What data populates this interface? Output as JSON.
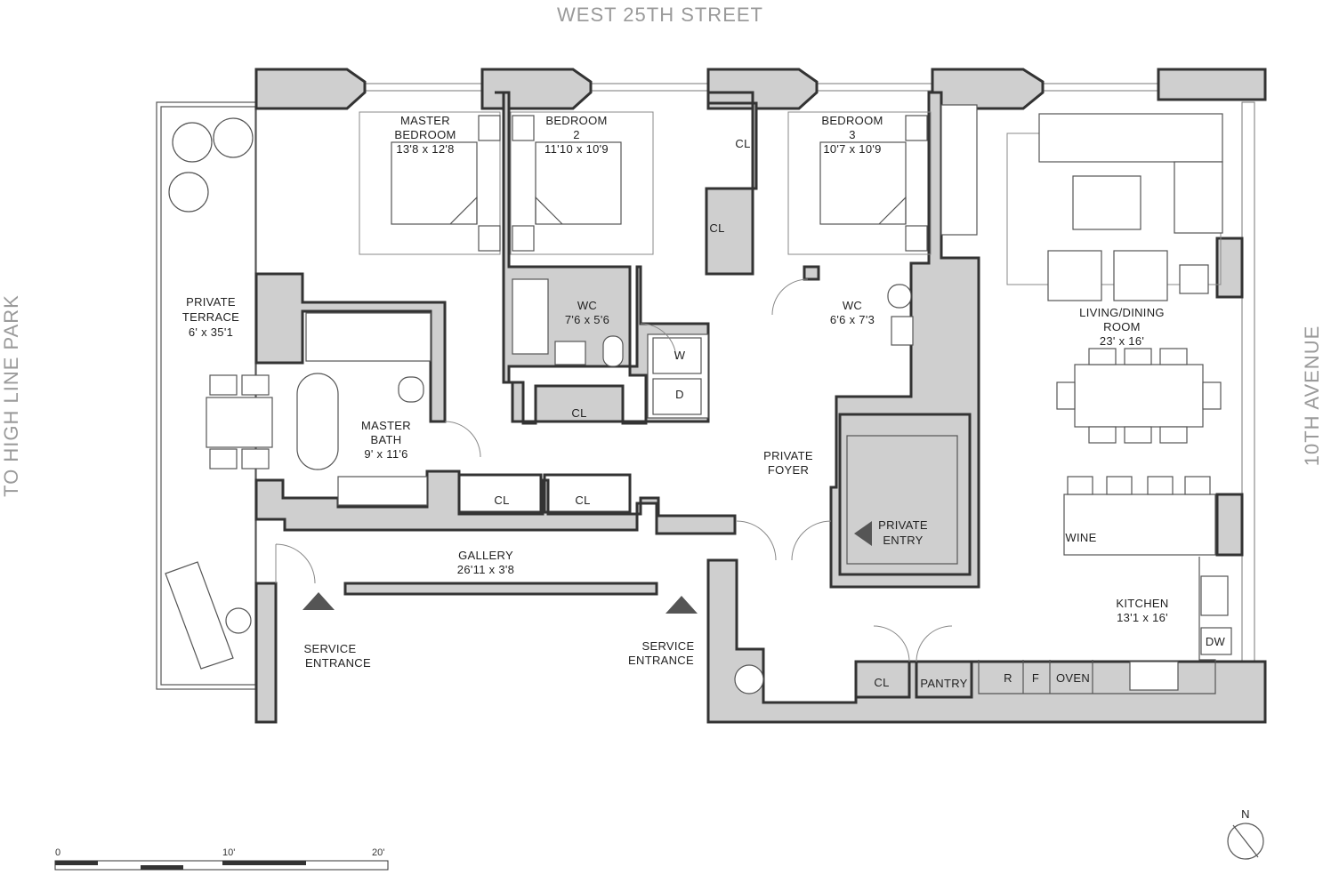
{
  "streets": {
    "north": "WEST 25TH STREET",
    "west": "TO HIGH LINE PARK",
    "east": "10TH AVENUE"
  },
  "rooms": {
    "master_bedroom": {
      "name_line1": "MASTER",
      "name_line2": "BEDROOM",
      "dims": "13'8 x 12'8"
    },
    "bedroom2": {
      "name_line1": "BEDROOM",
      "name_line2": "2",
      "dims": "11'10 x 10'9"
    },
    "bedroom3": {
      "name_line1": "BEDROOM",
      "name_line2": "3",
      "dims": "10'7 x 10'9"
    },
    "private_terrace": {
      "name_line1": "PRIVATE",
      "name_line2": "TERRACE",
      "dims": "6' x 35'1"
    },
    "wc1": {
      "name": "WC",
      "dims": "7'6 x 5'6"
    },
    "wc2": {
      "name": "WC",
      "dims": "6'6 x 7'3"
    },
    "master_bath": {
      "name_line1": "MASTER",
      "name_line2": "BATH",
      "dims": "9' x 11'6"
    },
    "living_dining": {
      "name_line1": "LIVING/DINING",
      "name_line2": "ROOM",
      "dims": "23' x 16'"
    },
    "private_foyer": {
      "name_line1": "PRIVATE",
      "name_line2": "FOYER"
    },
    "private_entry": {
      "name_line1": "PRIVATE",
      "name_line2": "ENTRY"
    },
    "gallery": {
      "name": "GALLERY",
      "dims": "26'11 x 3'8"
    },
    "kitchen": {
      "name": "KITCHEN",
      "dims": "13'1 x 16'"
    },
    "service_entrance_left": {
      "name_line1": "SERVICE",
      "name_line2": "ENTRANCE"
    },
    "service_entrance_right": {
      "name_line1": "SERVICE",
      "name_line2": "ENTRANCE"
    }
  },
  "labels": {
    "closet": "CL",
    "washer": "W",
    "dryer": "D",
    "wine": "WINE",
    "pantry": "PANTRY",
    "refrigerator": "R",
    "freezer": "F",
    "oven": "OVEN",
    "dishwasher": "DW"
  },
  "north_arrow": {
    "label": "N"
  },
  "scale_bar": {
    "ticks": [
      "0",
      "10'",
      "20'"
    ]
  }
}
